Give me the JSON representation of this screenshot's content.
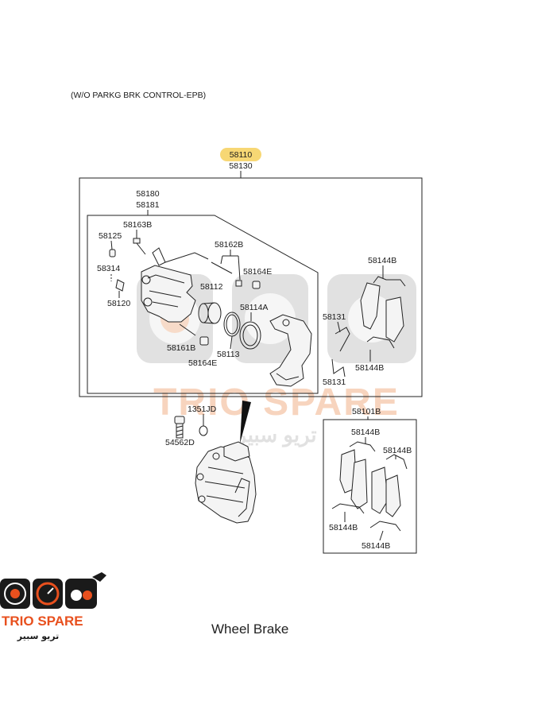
{
  "header": {
    "variant_note": "(W/O PARKG BRK CONTROL-EPB)"
  },
  "caption": "Wheel Brake",
  "highlight_color": "#f7d774",
  "watermark": {
    "name": "TRIO SPARE",
    "arabic": "تريو سبير",
    "color": "#f2b28a"
  },
  "logo": {
    "name": "TRIO SPARE",
    "arabic": "تريو سبير",
    "accent": "#e8501e"
  },
  "parts": {
    "assembly_top": "58110",
    "assembly_bottom": "58130",
    "caliper_a": "58180",
    "caliper_b": "58181",
    "bolt_163b": "58163B",
    "bleeder": "58125",
    "cap": "58314",
    "bleeder_screw": "58120",
    "guide_rod_b": "58162B",
    "boot_e": "58164E",
    "piston": "58112",
    "seal_a": "58114A",
    "guide_rod_161b": "58161B",
    "boot_e2": "58164E",
    "piston_seal": "58113",
    "pad_spring_top": "58144B",
    "pad_clip_1": "58131",
    "pad_clip_2": "58131",
    "pad_spring_mid": "58144B",
    "bolt_1351jd": "1351JD",
    "bolt_54562d": "54562D",
    "pad_kit": "58101B",
    "pad_kit_s1": "58144B",
    "pad_kit_s2": "58144B",
    "pad_kit_s3": "58144B",
    "pad_kit_s4": "58144B"
  }
}
